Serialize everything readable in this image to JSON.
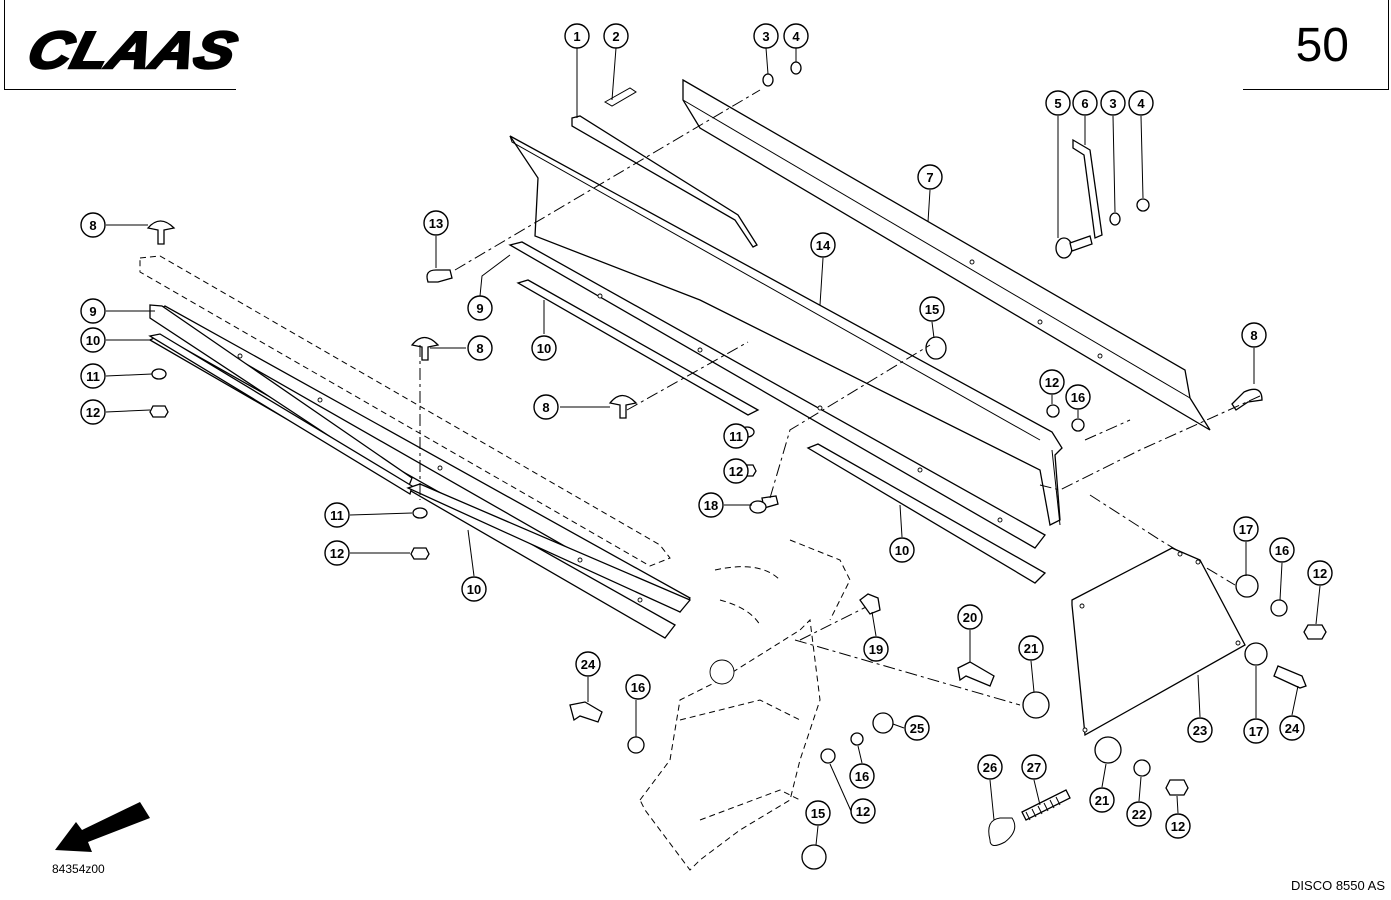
{
  "header": {
    "brand": "CLAAS",
    "page_number": "50"
  },
  "footer": {
    "drawing_code": "84354z00",
    "model": "DISCO 8550 AS"
  },
  "callouts": [
    {
      "label": "1"
    },
    {
      "label": "2"
    },
    {
      "label": "3"
    },
    {
      "label": "4"
    },
    {
      "label": "5"
    },
    {
      "label": "6"
    },
    {
      "label": "3"
    },
    {
      "label": "4"
    },
    {
      "label": "7"
    },
    {
      "label": "8"
    },
    {
      "label": "13"
    },
    {
      "label": "14"
    },
    {
      "label": "9"
    },
    {
      "label": "9"
    },
    {
      "label": "10"
    },
    {
      "label": "8"
    },
    {
      "label": "10"
    },
    {
      "label": "11"
    },
    {
      "label": "12"
    },
    {
      "label": "15"
    },
    {
      "label": "8"
    },
    {
      "label": "8"
    },
    {
      "label": "12"
    },
    {
      "label": "16"
    },
    {
      "label": "11"
    },
    {
      "label": "12"
    },
    {
      "label": "18"
    },
    {
      "label": "11"
    },
    {
      "label": "12"
    },
    {
      "label": "10"
    },
    {
      "label": "10"
    },
    {
      "label": "17"
    },
    {
      "label": "16"
    },
    {
      "label": "12"
    },
    {
      "label": "19"
    },
    {
      "label": "20"
    },
    {
      "label": "21"
    },
    {
      "label": "24"
    },
    {
      "label": "16"
    },
    {
      "label": "25"
    },
    {
      "label": "23"
    },
    {
      "label": "17"
    },
    {
      "label": "24"
    },
    {
      "label": "16"
    },
    {
      "label": "12"
    },
    {
      "label": "15"
    },
    {
      "label": "26"
    },
    {
      "label": "27"
    },
    {
      "label": "21"
    },
    {
      "label": "22"
    },
    {
      "label": "12"
    }
  ]
}
